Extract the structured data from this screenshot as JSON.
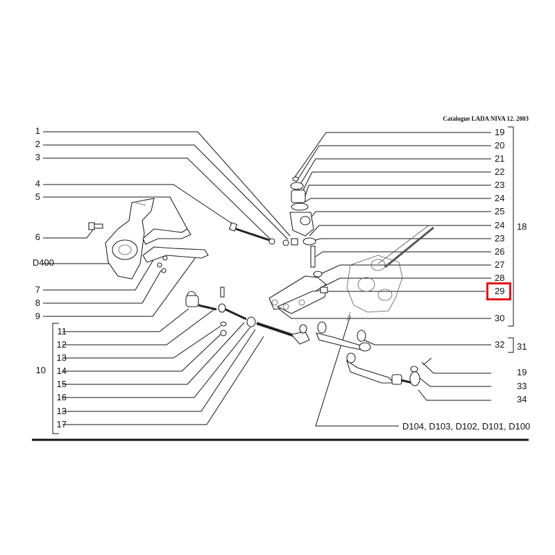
{
  "header": {
    "catalogue": "Catalogue LADA NIVA 12. 2003"
  },
  "left_labels": [
    {
      "id": "1",
      "text": "1"
    },
    {
      "id": "2",
      "text": "2"
    },
    {
      "id": "3",
      "text": "3"
    },
    {
      "id": "4",
      "text": "4"
    },
    {
      "id": "5",
      "text": "5"
    },
    {
      "id": "6",
      "text": "6"
    },
    {
      "id": "D400",
      "text": "D400"
    },
    {
      "id": "7",
      "text": "7"
    },
    {
      "id": "8",
      "text": "8"
    },
    {
      "id": "9",
      "text": "9"
    },
    {
      "id": "11",
      "text": "11"
    },
    {
      "id": "12",
      "text": "12"
    },
    {
      "id": "13a",
      "text": "13"
    },
    {
      "id": "14",
      "text": "14"
    },
    {
      "id": "15",
      "text": "15"
    },
    {
      "id": "16",
      "text": "16"
    },
    {
      "id": "13b",
      "text": "13"
    },
    {
      "id": "17",
      "text": "17"
    },
    {
      "id": "10",
      "text": "10"
    }
  ],
  "right_labels": [
    {
      "id": "19a",
      "text": "19"
    },
    {
      "id": "20",
      "text": "20"
    },
    {
      "id": "21",
      "text": "21"
    },
    {
      "id": "22",
      "text": "22"
    },
    {
      "id": "23a",
      "text": "23"
    },
    {
      "id": "24a",
      "text": "24"
    },
    {
      "id": "25",
      "text": "25"
    },
    {
      "id": "24b",
      "text": "24"
    },
    {
      "id": "23b",
      "text": "23"
    },
    {
      "id": "26",
      "text": "26"
    },
    {
      "id": "27",
      "text": "27"
    },
    {
      "id": "28",
      "text": "28"
    },
    {
      "id": "29",
      "text": "29"
    },
    {
      "id": "30",
      "text": "30"
    },
    {
      "id": "18",
      "text": "18"
    },
    {
      "id": "32",
      "text": "32"
    },
    {
      "id": "31",
      "text": "31"
    },
    {
      "id": "19b",
      "text": "19"
    },
    {
      "id": "33",
      "text": "33"
    },
    {
      "id": "34",
      "text": "34"
    },
    {
      "id": "vin",
      "text": "D104, D103, D102, D101, D100"
    }
  ],
  "highlight": {
    "label": "29",
    "color": "#e0101a"
  }
}
